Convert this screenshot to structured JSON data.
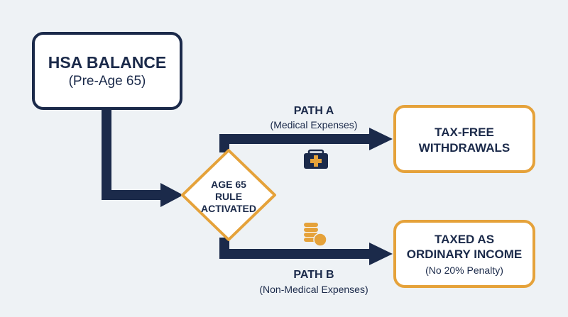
{
  "nodes": {
    "hsa_balance": {
      "title": "HSA BALANCE",
      "subtitle": "(Pre-Age 65)"
    },
    "age_rule": {
      "lines": [
        "AGE 65",
        "RULE",
        "ACTIVATED"
      ]
    },
    "tax_free": {
      "lines": [
        "TAX-FREE",
        "WITHDRAWALS"
      ]
    },
    "taxed": {
      "lines": [
        "TAXED AS",
        "ORDINARY INCOME"
      ],
      "note": "(No 20% Penalty)"
    }
  },
  "paths": {
    "a": {
      "title": "PATH A",
      "subtitle": "(Medical Expenses)",
      "icon": "medical-kit-icon"
    },
    "b": {
      "title": "PATH B",
      "subtitle": "(Non-Medical Expenses)",
      "icon": "coins-icon"
    }
  },
  "colors": {
    "navy": "#1b2a4a",
    "orange": "#e5a23a",
    "background": "#eef2f5"
  }
}
